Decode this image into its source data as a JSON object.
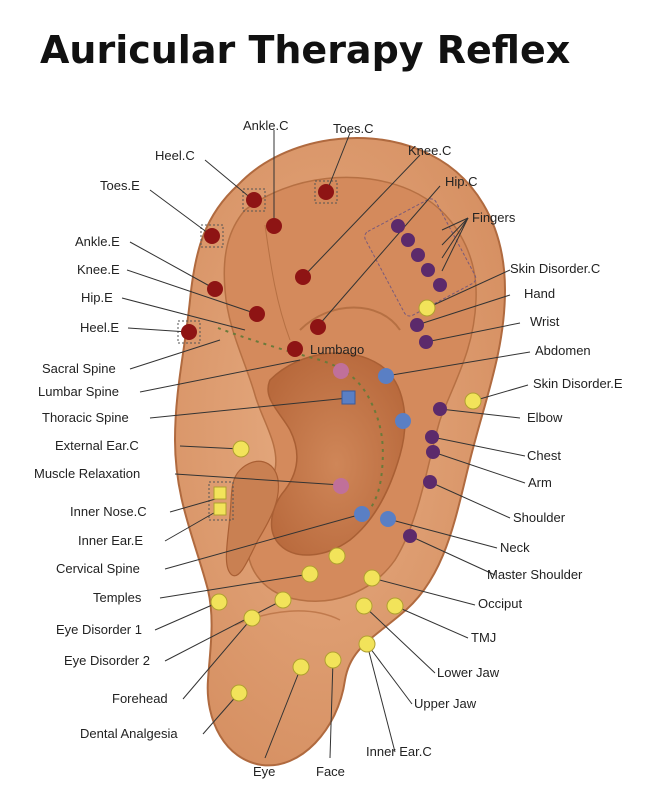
{
  "title": "Auricular Therapy Reflex",
  "labels": {
    "ankle_c": "Ankle.C",
    "toes_c": "Toes.C",
    "heel_c": "Heel.C",
    "knee_c": "Knee.C",
    "toes_e": "Toes.E",
    "hip_c": "Hip.C",
    "fingers": "Fingers",
    "ankle_e": "Ankle.E",
    "knee_e": "Knee.E",
    "hip_e": "Hip.E",
    "heel_e": "Heel.E",
    "skin_disorder_c": "Skin Disorder.C",
    "hand": "Hand",
    "wrist": "Wrist",
    "abdomen": "Abdomen",
    "lumbago": "Lumbago",
    "sacral_spine": "Sacral Spine",
    "lumbar_spine": "Lumbar Spine",
    "skin_disorder_e": "Skin Disorder.E",
    "thoracic_spine": "Thoracic Spine",
    "elbow": "Elbow",
    "external_ear_c": "External Ear.C",
    "chest": "Chest",
    "muscle_relaxation": "Muscle Relaxation",
    "arm": "Arm",
    "inner_nose_c": "Inner Nose.C",
    "shoulder": "Shoulder",
    "inner_ear_e": "Inner Ear.E",
    "neck": "Neck",
    "cervical_spine": "Cervical Spine",
    "master_shoulder": "Master Shoulder",
    "temples": "Temples",
    "occiput": "Occiput",
    "eye_disorder_1": "Eye Disorder 1",
    "tmj": "TMJ",
    "eye_disorder_2": "Eye Disorder 2",
    "lower_jaw": "Lower Jaw",
    "forehead": "Forehead",
    "upper_jaw": "Upper Jaw",
    "dental_analgesia": "Dental Analgesia",
    "inner_ear_c": "Inner Ear.C",
    "eye": "Eye",
    "face": "Face"
  },
  "colors": {
    "skin": "#d9976b",
    "skin_dark": "#c67b4f",
    "skin_light": "#e8b48c",
    "outline": "#b06a3f",
    "red_point": "#8e1414",
    "purple_point": "#5c2a6b",
    "blue_point": "#5a7fc4",
    "pink_point": "#c0709a",
    "yellow_point": "#f2e35a"
  }
}
